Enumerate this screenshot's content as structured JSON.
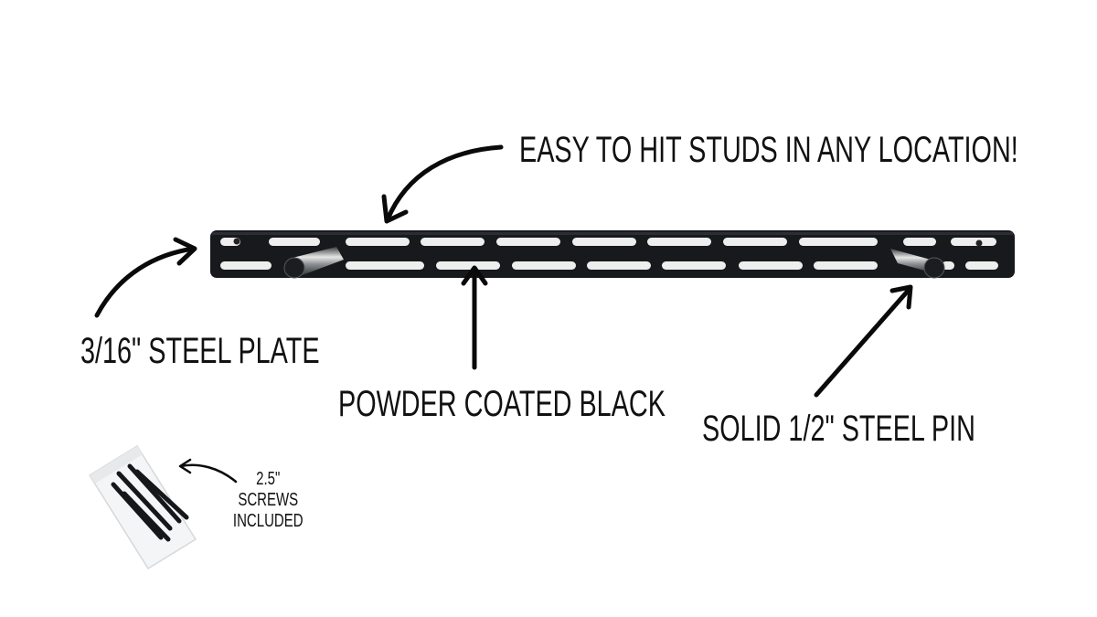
{
  "product": {
    "name": "steel-mounting-plate-with-pins",
    "plate_color": "#16181c",
    "slot_color": "#f0f0f0"
  },
  "callouts": {
    "easy_studs": "EASY TO HIT STUDS IN ANY LOCATION!",
    "steel_plate": "3/16\" STEEL PLATE",
    "powder_coat": "POWDER COATED BLACK",
    "steel_pin": "SOLID 1/2\" STEEL PIN",
    "screws": [
      "2.5\"",
      "SCREWS",
      "INCLUDED"
    ]
  }
}
